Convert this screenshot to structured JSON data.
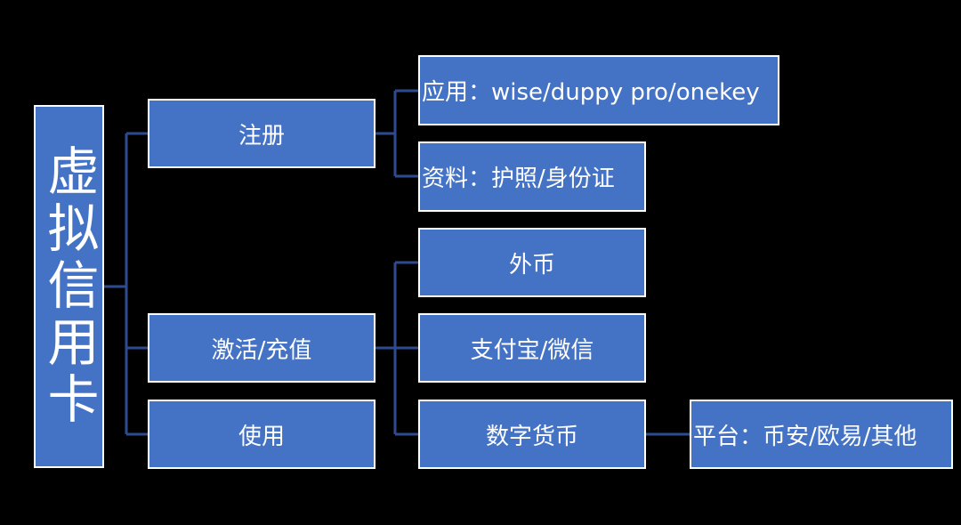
{
  "diagram": {
    "root": {
      "label": "虚拟信用卡"
    },
    "level1": [
      {
        "label": "注册"
      },
      {
        "label": "激活/充值"
      },
      {
        "label": "使用"
      }
    ],
    "level2": {
      "register": [
        {
          "label": "应用：wise/duppy pro/onekey"
        },
        {
          "label": "资料：护照/身份证"
        }
      ],
      "activate": [
        {
          "label": "外币"
        },
        {
          "label": "支付宝/微信"
        },
        {
          "label": "数字货币"
        }
      ]
    },
    "level3": [
      {
        "label": "平台：币安/欧易/其他"
      }
    ],
    "colors": {
      "background": "#000000",
      "node_fill": "#4472c4",
      "node_border": "#ffffff",
      "connector": "#2f4b8f",
      "text": "#ffffff"
    }
  }
}
